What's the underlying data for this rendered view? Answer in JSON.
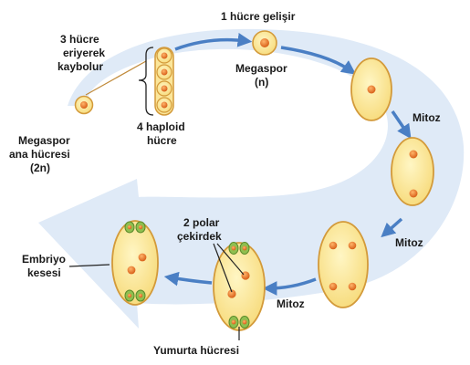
{
  "labels": {
    "megaspore_mother_line1": "Megaspor",
    "megaspore_mother_line2": "ana hücresi",
    "megaspore_mother_line3": "(2n)",
    "three_cells_line1": "3 hücre",
    "three_cells_line2": "eriyerek",
    "three_cells_line3": "kaybolur",
    "haploid_line1": "4 haploid",
    "haploid_line2": "hücre",
    "one_cell": "1 hücre gelişir",
    "megaspore_line1": "Megaspor",
    "megaspore_line2": "(n)",
    "mitosis_1": "Mitoz",
    "mitosis_2": "Mitoz",
    "mitosis_3": "Mitoz",
    "polar_line1": "2 polar",
    "polar_line2": "çekirdek",
    "embryo_line1": "Embriyo",
    "embryo_line2": "kesesi",
    "egg_cell": "Yumurta hücresi"
  },
  "colors": {
    "cycle_band": "#dfeaf7",
    "arrow": "#4a7fc4",
    "cell_fill": "#fbe69a",
    "cell_stroke": "#d39a3a",
    "nucleus": "#e07a2a",
    "synergid": "#8fbf50"
  }
}
